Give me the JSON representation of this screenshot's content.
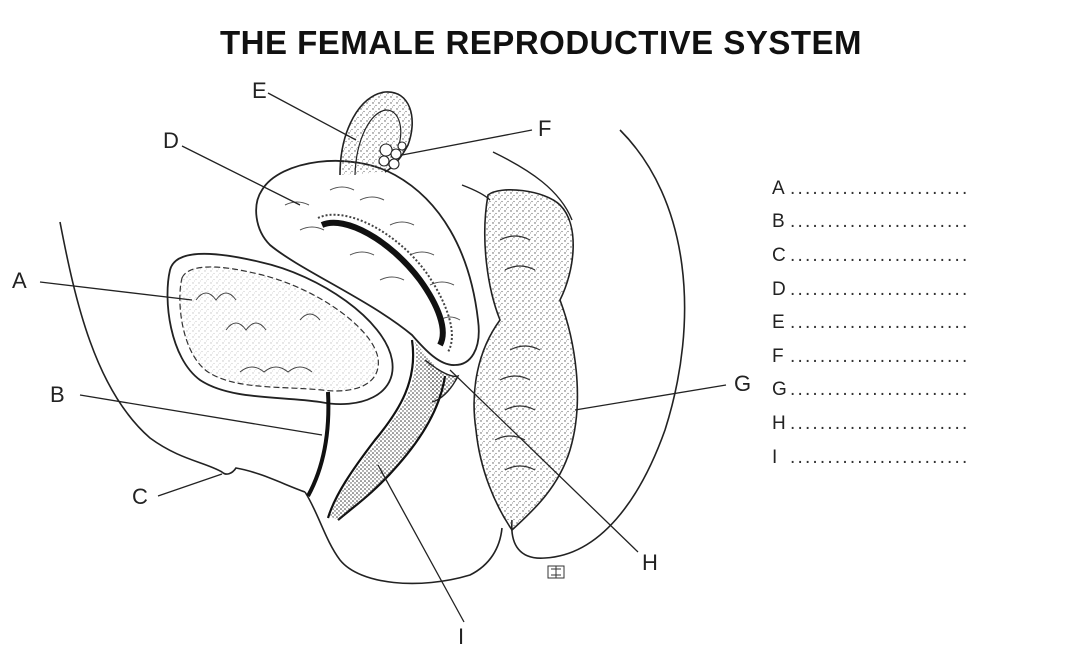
{
  "title": "THE FEMALE REPRODUCTIVE SYSTEM",
  "labels": [
    "A",
    "B",
    "C",
    "D",
    "E",
    "F",
    "G",
    "H",
    "I"
  ],
  "answer_rows": [
    {
      "letter": "A",
      "blank": "........................"
    },
    {
      "letter": "B",
      "blank": "........................"
    },
    {
      "letter": "C",
      "blank": "........................"
    },
    {
      "letter": "D",
      "blank": "........................"
    },
    {
      "letter": "E",
      "blank": "........................"
    },
    {
      "letter": "F",
      "blank": "........................"
    },
    {
      "letter": "G",
      "blank": "........................"
    },
    {
      "letter": "H",
      "blank": "........................"
    },
    {
      "letter": "I",
      "blank": "........................"
    }
  ],
  "colors": {
    "ink": "#222222",
    "stipple": "#555555",
    "paper": "#ffffff"
  }
}
